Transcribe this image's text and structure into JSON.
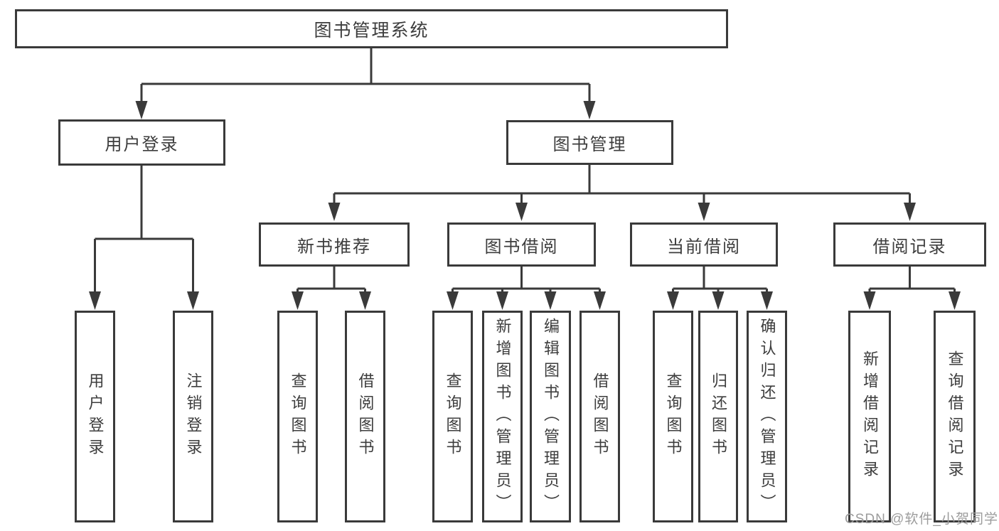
{
  "diagram": {
    "root": {
      "label": "图书管理系统"
    },
    "user_login": {
      "label": "用户登录",
      "children": [
        {
          "label": "用户登录"
        },
        {
          "label": "注销登录"
        }
      ]
    },
    "book_mgmt": {
      "label": "图书管理",
      "children": [
        {
          "label": "新书推荐",
          "children": [
            {
              "label": "查询图书"
            },
            {
              "label": "借阅图书"
            }
          ]
        },
        {
          "label": "图书借阅",
          "children": [
            {
              "label": "查询图书"
            },
            {
              "label": "新增图书（管理员）"
            },
            {
              "label": "编辑图书（管理员）"
            },
            {
              "label": "借阅图书"
            }
          ]
        },
        {
          "label": "当前借阅",
          "children": [
            {
              "label": "查询图书"
            },
            {
              "label": "归还图书"
            },
            {
              "label": "确认归还（管理员）"
            }
          ]
        },
        {
          "label": "借阅记录",
          "children": [
            {
              "label": "新增借阅记录"
            },
            {
              "label": "查询借阅记录"
            }
          ]
        }
      ]
    }
  },
  "watermark": "CSDN @软件_小贺同学",
  "colors": {
    "line": "#3a3a3a",
    "text": "#3d3d3d",
    "watermark": "#9c9c9c",
    "background": "#ffffff"
  }
}
